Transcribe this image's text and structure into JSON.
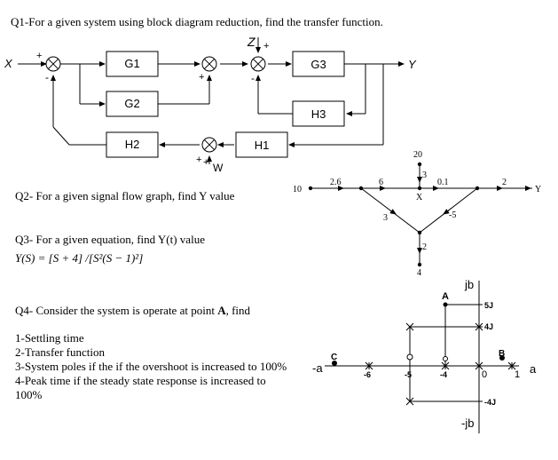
{
  "q1": {
    "title": "Q1-For a given system using block diagram reduction, find the transfer function.",
    "input_label": "X",
    "output_label": "Y",
    "disturbance_z": "Z",
    "disturbance_w": "W",
    "blocks": {
      "g1": "G1",
      "g2": "G2",
      "g3": "G3",
      "h1": "H1",
      "h2": "H2",
      "h3": "H3"
    },
    "signs": {
      "plus": "+",
      "minus": "-"
    }
  },
  "q2": {
    "title": "Q2- For a given signal flow graph, find Y value",
    "source_label": "10",
    "sink_label": "Y",
    "middle_node_label": "X",
    "gains": {
      "a": "2.6",
      "b": "6",
      "c": "0.1",
      "d": "2",
      "top": "20",
      "top_branch": "3",
      "left_diag": "3",
      "right_diag": "-5",
      "bottom": "2",
      "bottom_end": "4"
    }
  },
  "q3": {
    "title": "Q3- For a given equation, find Y(t) value",
    "equation": "Y(S) = [S + 4] /[S²(S − 1)²]"
  },
  "q4": {
    "title_prefix": "Q4- Consider the system is operate at point ",
    "title_point": "A",
    "title_suffix": ", find",
    "items": [
      "1-Settling time",
      "2-Transfer function",
      "3-System poles if the if the overshoot is increased to 100%",
      "4-Peak time if the steady state response is increased to",
      "100%"
    ],
    "plot": {
      "jb_top": "jb",
      "jb_bottom": "-jb",
      "minus_a": "-a",
      "a": "a",
      "b": "B",
      "c": "C",
      "point_a": "A",
      "y_labels": [
        "5J",
        "4J",
        "-4J"
      ],
      "x_labels": [
        "-6",
        "-5",
        "-4",
        "0",
        "1"
      ]
    }
  }
}
